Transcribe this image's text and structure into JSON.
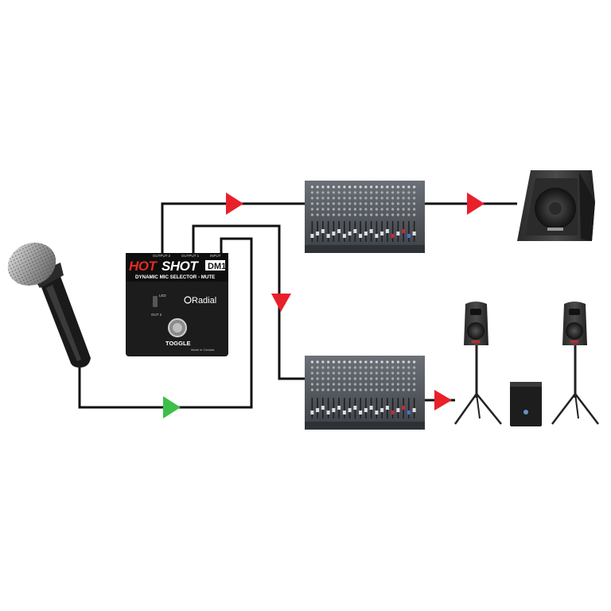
{
  "device": {
    "brand_hot": "HOT",
    "brand_shot": "SHOT",
    "model": "DM1",
    "subtitle": "DYNAMIC MIC SELECTOR - MUTE",
    "output2_label": "OUTPUT 2",
    "output1_label": "OUTPUT 1",
    "input_label": "INPUT",
    "led_label": "LED",
    "out2_label": "OUT 2",
    "maker": "Radial",
    "switch_label": "TOGGLE",
    "made_in": "Made in Canada"
  },
  "colors": {
    "wire": "#111111",
    "arrow_output": "#e8202a",
    "arrow_input": "#3cc04a",
    "device_body": "#1c1c1c",
    "brand_red": "#e52b20",
    "mixer_body": "#4d5257"
  },
  "icons": {
    "microphone": "microphone-icon",
    "mixer_top": "mixer-icon",
    "mixer_bottom": "mixer-icon",
    "monitor_wedge": "floor-monitor-icon",
    "pa_left": "pa-speaker-icon",
    "pa_right": "pa-speaker-icon",
    "subwoofer": "subwoofer-icon"
  }
}
